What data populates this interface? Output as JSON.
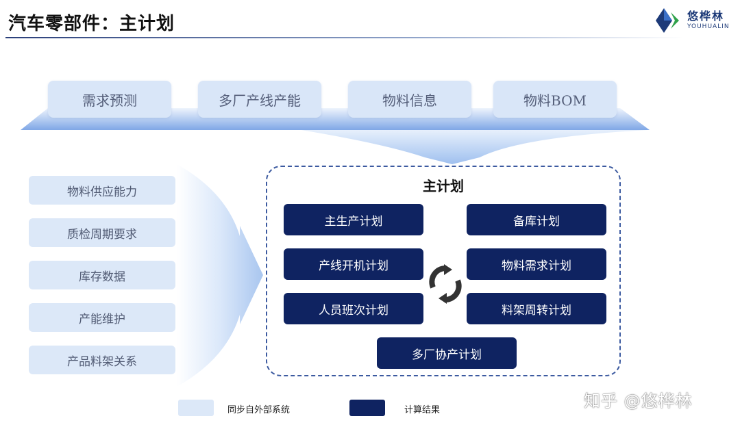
{
  "header": {
    "title": "汽车零部件：主计划",
    "logo_name": "悠桦林",
    "logo_sub": "YOUHUALIN"
  },
  "top_inputs": [
    "需求预测",
    "多厂产线产能",
    "物料信息",
    "物料BOM"
  ],
  "left_inputs": [
    "物料供应能力",
    "质检周期要求",
    "库存数据",
    "产能维护",
    "产品料架关系"
  ],
  "main_plan": {
    "title": "主计划",
    "items": [
      "主生产计划",
      "备库计划",
      "产线开机计划",
      "物料需求计划",
      "人员班次计划",
      "料架周转计划",
      "多厂协产计划"
    ]
  },
  "legend": {
    "sync_label": "同步自外部系统",
    "result_label": "计算结果"
  },
  "watermark": "知乎 @悠桦林",
  "colors": {
    "light_box": "#d9e6f8",
    "dark_box": "#0f2361",
    "arrow": "#a9c6ef",
    "frame": "#3c5aa0"
  }
}
